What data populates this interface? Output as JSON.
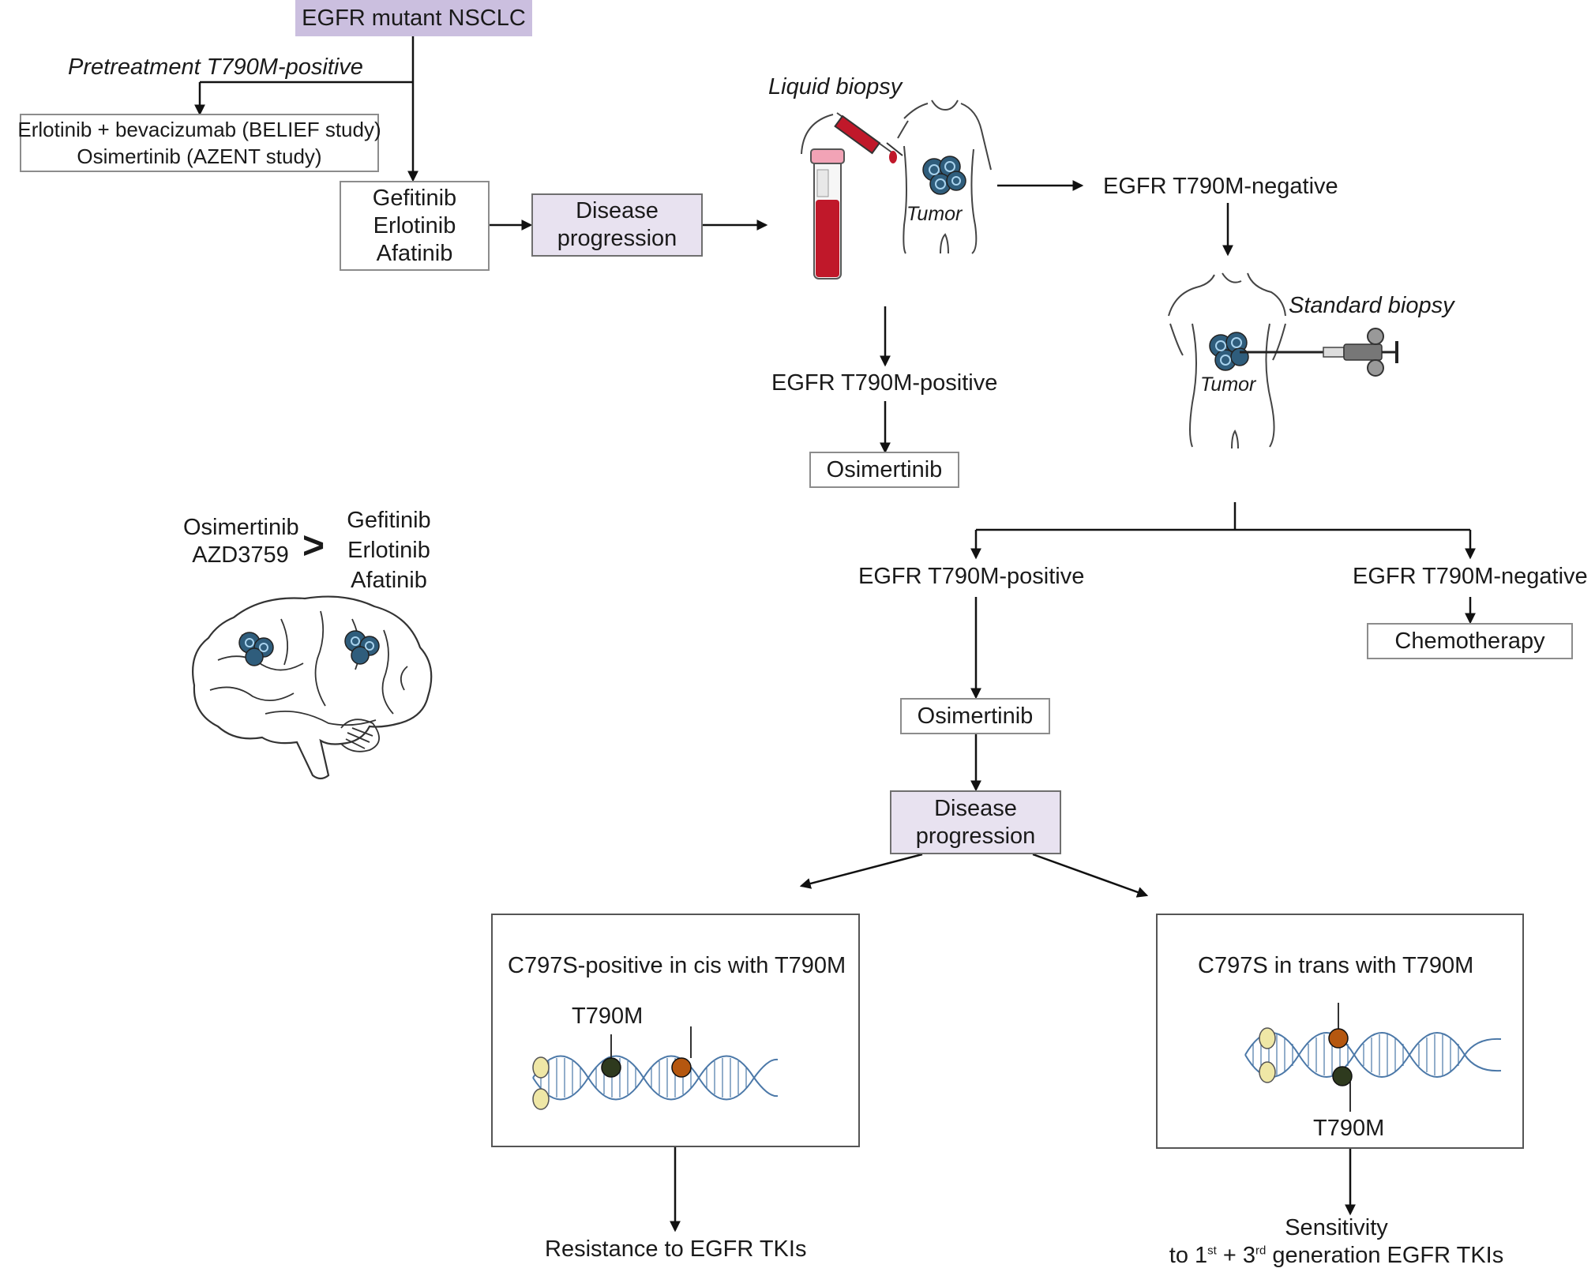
{
  "header": {
    "title": "EGFR mutant NSCLC"
  },
  "pretreatment": {
    "label": "Pretreatment T790M-positive",
    "options": [
      "Erlotinib + bevacizumab (BELIEF study)",
      "Osimertinib (AZENT study)"
    ]
  },
  "first_line": {
    "drugs": [
      "Gefitinib",
      "Erlotinib",
      "Afatinib"
    ]
  },
  "progression_1": {
    "lines": [
      "Disease",
      "progression"
    ]
  },
  "liquid_biopsy": {
    "label": "Liquid biopsy",
    "tumor_label": "Tumor"
  },
  "liquid_results": {
    "negative": "EGFR T790M-negative",
    "positive": "EGFR T790M-positive",
    "positive_treatment": "Osimertinib"
  },
  "standard_biopsy": {
    "label": "Standard biopsy",
    "tumor_label": "Tumor"
  },
  "biopsy_results": {
    "positive": "EGFR T790M-positive",
    "negative": "EGFR T790M-negative",
    "negative_treatment": "Chemotherapy",
    "positive_treatment": "Osimertinib"
  },
  "progression_2": {
    "lines": [
      "Disease",
      "progression"
    ]
  },
  "cns": {
    "left": [
      "Osimertinib",
      "AZD3759"
    ],
    "symbol": ">",
    "right": [
      "Gefitinib",
      "Erlotinib",
      "Afatinib"
    ]
  },
  "cis_panel": {
    "title": "C797S-positive in cis with T790M",
    "marker": "T790M",
    "outcome": "Resistance to EGFR TKIs"
  },
  "trans_panel": {
    "title": "C797S in trans with T790M",
    "marker": "T790M",
    "outcome_line1": "Sensitivity",
    "outcome_to": "to 1",
    "outcome_sup1": "st",
    "outcome_plus": " + 3",
    "outcome_sup2": "rd",
    "outcome_end": " generation EGFR TKIs"
  },
  "colors": {
    "header_fill": "#cbbfdf",
    "progression_fill": "#e8e2f0",
    "tumor_blue": "#2f5d7c",
    "blood_red": "#c0182a",
    "dna_blue": "#4b78a8",
    "marker_dark": "#2e3a1e",
    "marker_orange": "#b5570f",
    "marker_yellow": "#efe7a6"
  },
  "icons": [
    "syringe-icon",
    "blood-tube-icon",
    "torso-icon",
    "tumor-icon",
    "biopsy-needle-icon",
    "brain-icon",
    "dna-helix-icon"
  ]
}
